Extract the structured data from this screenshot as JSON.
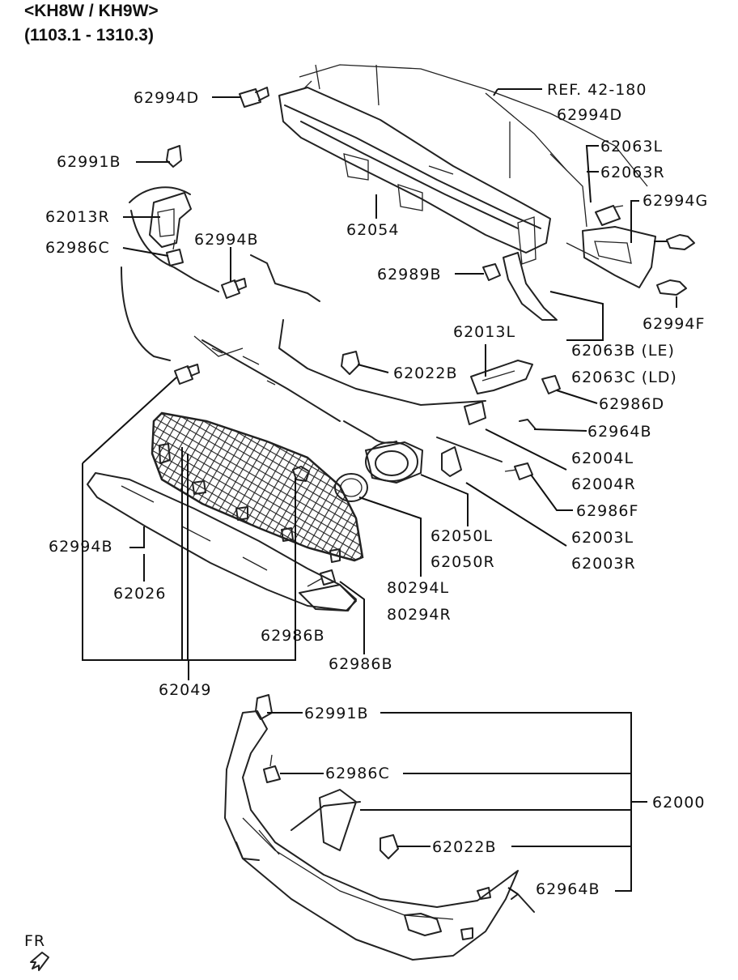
{
  "header": {
    "models": "<KH8W / KH9W>",
    "dates": "(1103.1 - 1310.3)"
  },
  "labels": {
    "l62994D_a": "62994D",
    "lREF": "REF. 42-180",
    "l62994D_b": "62994D",
    "l62063L": "62063L",
    "l62063R": "62063R",
    "l62991B_a": "62991B",
    "l62013R": "62013R",
    "l62994G": "62994G",
    "l62054": "62054",
    "l62986C_a": "62986C",
    "l62994B_a": "62994B",
    "l62989B": "62989B",
    "l62994F": "62994F",
    "l62013L": "62013L",
    "l62063B": "62063B (LE)",
    "l62022B_a": "62022B",
    "l62063C": "62063C (LD)",
    "l62986D": "62986D",
    "l62964B_a": "62964B",
    "l62004L": "62004L",
    "l62004R": "62004R",
    "l62986F": "62986F",
    "l62050L": "62050L",
    "l62994B_b": "62994B",
    "l62003L": "62003L",
    "l62050R": "62050R",
    "l62003R": "62003R",
    "l80294L": "80294L",
    "l62026": "62026",
    "l80294R": "80294R",
    "l62986B_a": "62986B",
    "l62986B_b": "62986B",
    "l62049": "62049",
    "l62991B_b": "62991B",
    "l62986C_b": "62986C",
    "l62000": "62000",
    "l62022B_b": "62022B",
    "l62964B_b": "62964B",
    "lFR": "FR"
  },
  "icons": {
    "front_arrow": "front-direction-arrow-icon"
  },
  "colors": {
    "ink": "#111111",
    "background": "#ffffff"
  }
}
